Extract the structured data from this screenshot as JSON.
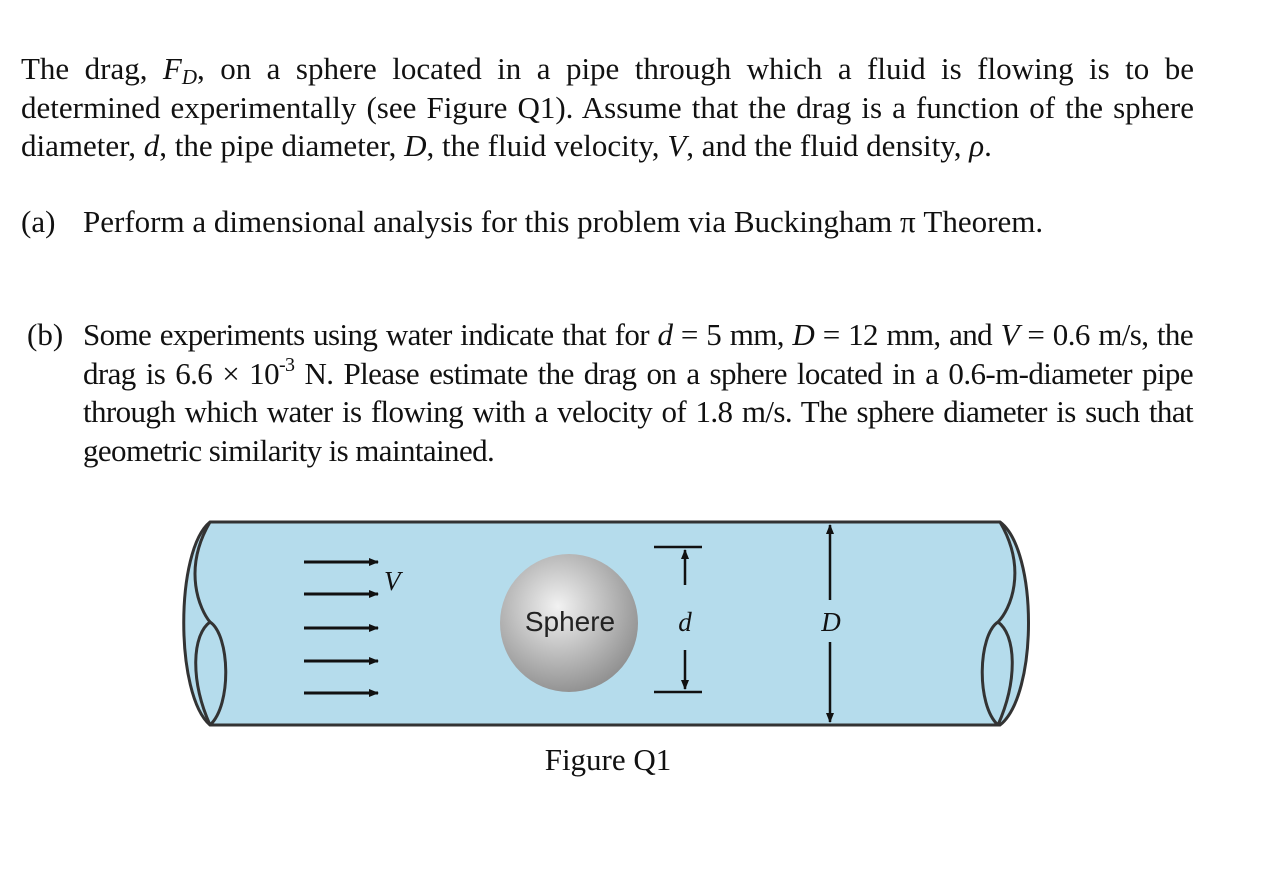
{
  "intro": {
    "t1": "The drag, ",
    "fd_var": "F",
    "fd_sub": "D",
    "t2": ", on a sphere located in a pipe through which a fluid is flowing is to be determined experimentally (see Figure Q1). Assume that the drag is a function of the sphere diameter, ",
    "d_var": "d",
    "t3": ", the pipe diameter, ",
    "D_var": "D",
    "t4": ", the fluid velocity, ",
    "V_var": "V",
    "t5": ", and the fluid density, ",
    "rho_var": "ρ",
    "t6": "."
  },
  "part_a": {
    "label": "(a)",
    "text": "Perform a dimensional analysis for this problem via Buckingham π Theorem."
  },
  "part_b": {
    "label": "(b)",
    "t1": "Some experiments using water indicate that for ",
    "d_var": "d",
    "t2": " = 5 mm, ",
    "D_var": "D",
    "t3": " = 12 mm, and ",
    "V_var": "V",
    "t4": " = 0.6 m/s, the drag is 6.6 × 10",
    "exp": "-3",
    "t5": " N. Please estimate the drag on a sphere located in a 0.6-m-diameter pipe through which water is flowing with a velocity of 1.8 m/s. The sphere diameter is such that geometric similarity is maintained."
  },
  "figure": {
    "caption": "Figure Q1",
    "sphere_label": "Sphere",
    "velocity_label": "V",
    "sphere_dim_label": "d",
    "pipe_dim_label": "D",
    "colors": {
      "fluid": "#b5dcec",
      "pipe_outline": "#333333",
      "sphere_light": "#f2f2f2",
      "sphere_dark": "#8f8f8f"
    }
  }
}
